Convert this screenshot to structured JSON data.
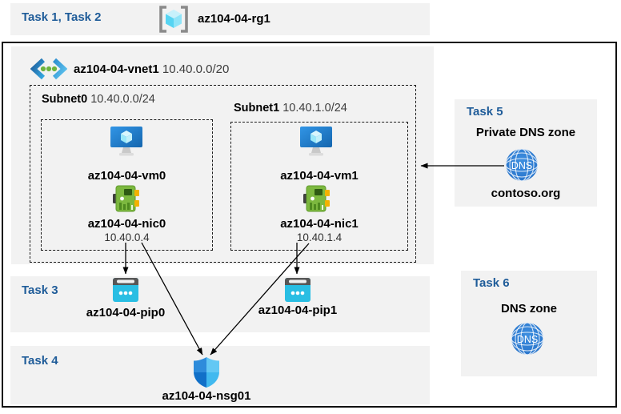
{
  "header": {
    "task_label": "Task 1, Task 2",
    "resource_group": {
      "name": "az104-04-rg1",
      "icon": "resource-group-icon"
    }
  },
  "vnet": {
    "name": "az104-04-vnet1",
    "cidr": "10.40.0.0/20",
    "icon": "virtual-network-icon",
    "subnets": [
      {
        "label": "Subnet0",
        "cidr": "10.40.0.0/24",
        "vm": {
          "name": "az104-04-vm0",
          "icon": "virtual-machine-icon"
        },
        "nic": {
          "name": "az104-04-nic0",
          "ip": "10.40.0.4",
          "icon": "network-interface-icon"
        }
      },
      {
        "label": "Subnet1",
        "cidr": "10.40.1.0/24",
        "vm": {
          "name": "az104-04-vm1",
          "icon": "virtual-machine-icon"
        },
        "nic": {
          "name": "az104-04-nic1",
          "ip": "10.40.1.4",
          "icon": "network-interface-icon"
        }
      }
    ]
  },
  "task3": {
    "label": "Task 3",
    "public_ips": [
      {
        "name": "az104-04-pip0",
        "icon": "public-ip-icon"
      },
      {
        "name": "az104-04-pip1",
        "icon": "public-ip-icon"
      }
    ]
  },
  "task4": {
    "label": "Task 4",
    "nsg": {
      "name": "az104-04-nsg01",
      "icon": "nsg-shield-icon"
    }
  },
  "task5": {
    "label": "Task 5",
    "title": "Private DNS zone",
    "zone_name": "contoso.org",
    "icon": "dns-icon"
  },
  "task6": {
    "label": "Task 6",
    "title": "DNS zone",
    "icon": "dns-icon"
  },
  "connections": [
    "az104-04-nic0 -> az104-04-pip0",
    "az104-04-nic0 -> az104-04-nsg01",
    "az104-04-nic1 -> az104-04-pip1",
    "az104-04-nic1 -> az104-04-nsg01",
    "contoso.org -> az104-04-vnet1"
  ],
  "colors": {
    "task_label_blue": "#1F5C99",
    "panel_gray": "#F2F2F2",
    "outline_black": "#111111",
    "vm_blue": "#2080D4",
    "nic_green": "#7CB83F",
    "pip_cyan": "#29BEE3",
    "dns_blue": "#2E7CD6",
    "shield_blues": [
      "#2E8CDB",
      "#63C8F4",
      "#1170C8",
      "#41B9EF"
    ]
  }
}
